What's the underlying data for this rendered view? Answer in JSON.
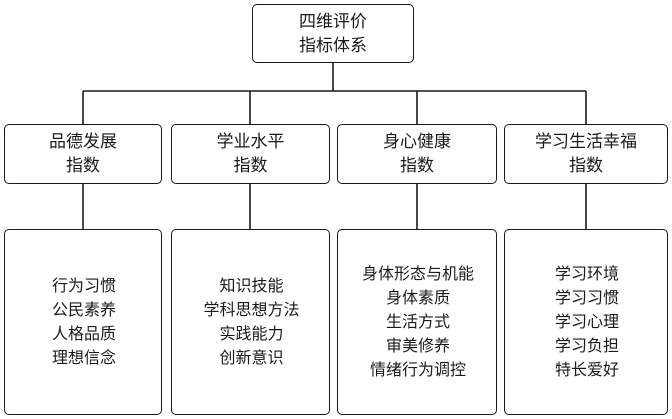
{
  "root": {
    "line1": "四维评价",
    "line2": "指标体系"
  },
  "categories": [
    {
      "line1": "品德发展",
      "line2": "指数",
      "items": [
        "行为习惯",
        "公民素养",
        "人格品质",
        "理想信念"
      ]
    },
    {
      "line1": "学业水平",
      "line2": "指数",
      "items": [
        "知识技能",
        "学科思想方法",
        "实践能力",
        "创新意识"
      ]
    },
    {
      "line1": "身心健康",
      "line2": "指数",
      "items": [
        "身体形态与机能",
        "身体素质",
        "生活方式",
        "审美修养",
        "情绪行为调控"
      ]
    },
    {
      "line1": "学习生活幸福",
      "line2": "指数",
      "items": [
        "学习环境",
        "学习习惯",
        "学习心理",
        "学习负担",
        "特长爱好"
      ]
    }
  ],
  "colors": {
    "stroke": "#1a1a1a",
    "background": "#ffffff"
  }
}
